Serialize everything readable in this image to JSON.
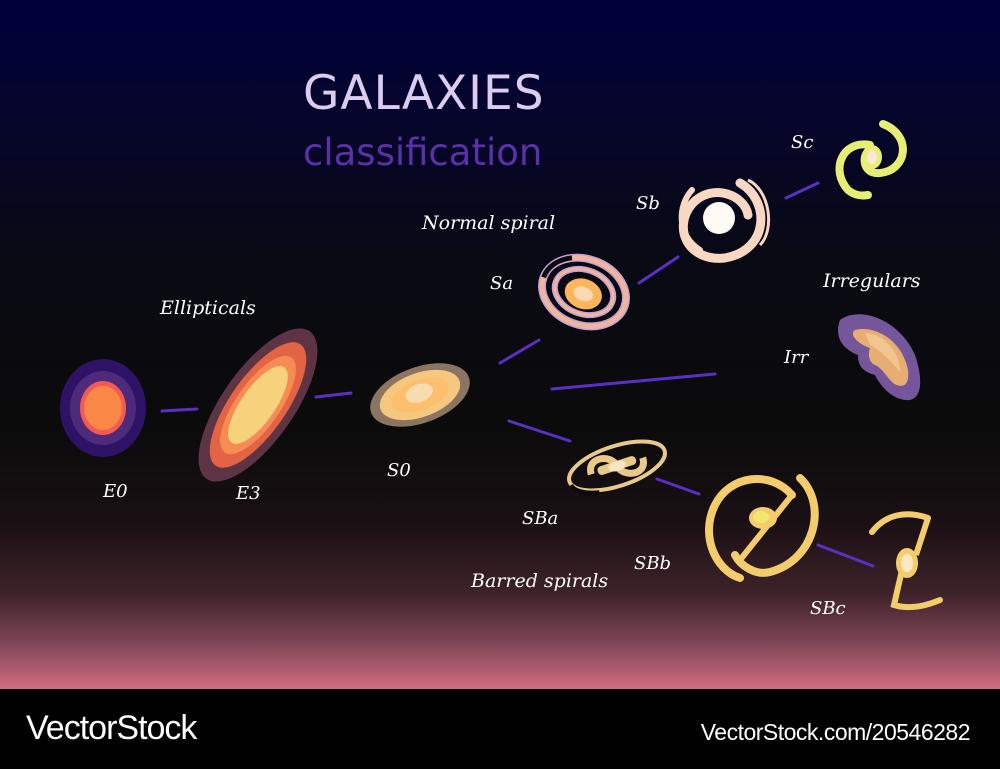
{
  "header": {
    "title": "GALAXIES",
    "subtitle": "classification"
  },
  "colors": {
    "title": "#dcccf0",
    "subtitle": "#5a31a8",
    "connector": "#5a2fc4",
    "background_top": "#00003d",
    "background_mid": "#0b0b0b",
    "background_bottom": "#d26b82"
  },
  "categories": {
    "ellipticals": "Ellipticals",
    "normal_spiral": "Normal spiral",
    "irregulars": "Irregulars",
    "barred_spirals": "Barred spirals"
  },
  "galaxies": [
    {
      "id": "E0",
      "label": "E0",
      "type": "elliptical"
    },
    {
      "id": "E3",
      "label": "E3",
      "type": "elliptical"
    },
    {
      "id": "S0",
      "label": "S0",
      "type": "lenticular"
    },
    {
      "id": "Sa",
      "label": "Sa",
      "type": "normal-spiral"
    },
    {
      "id": "Sb",
      "label": "Sb",
      "type": "normal-spiral"
    },
    {
      "id": "Sc",
      "label": "Sc",
      "type": "normal-spiral"
    },
    {
      "id": "Irr",
      "label": "Irr",
      "type": "irregular"
    },
    {
      "id": "SBa",
      "label": "SBa",
      "type": "barred-spiral"
    },
    {
      "id": "SBb",
      "label": "SBb",
      "type": "barred-spiral"
    },
    {
      "id": "SBc",
      "label": "SBc",
      "type": "barred-spiral"
    }
  ],
  "footer": {
    "brand": "VectorStock",
    "url": "VectorStock.com/20546282"
  }
}
